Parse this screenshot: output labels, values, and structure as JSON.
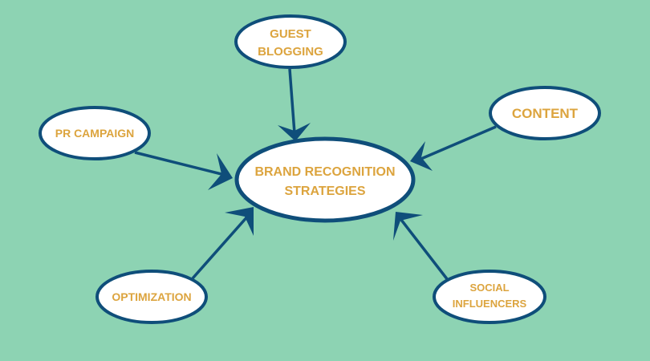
{
  "diagram": {
    "center": {
      "line1": "BRAND RECOGNITION",
      "line2": "STRATEGIES"
    },
    "nodes": {
      "guest_blogging": {
        "line1": "GUEST",
        "line2": "BLOGGING"
      },
      "content": {
        "label": "CONTENT"
      },
      "pr_campaign": {
        "label": "PR CAMPAIGN"
      },
      "optimization": {
        "label": "OPTIMIZATION"
      },
      "social_influencers": {
        "line1": "SOCIAL",
        "line2": "INFLUENCERS"
      }
    }
  },
  "colors": {
    "background": "#8dd3b3",
    "node_fill": "#ffffff",
    "node_stroke": "#0f4e7a",
    "arrow": "#0f4e7a",
    "text": "#dca43e"
  }
}
